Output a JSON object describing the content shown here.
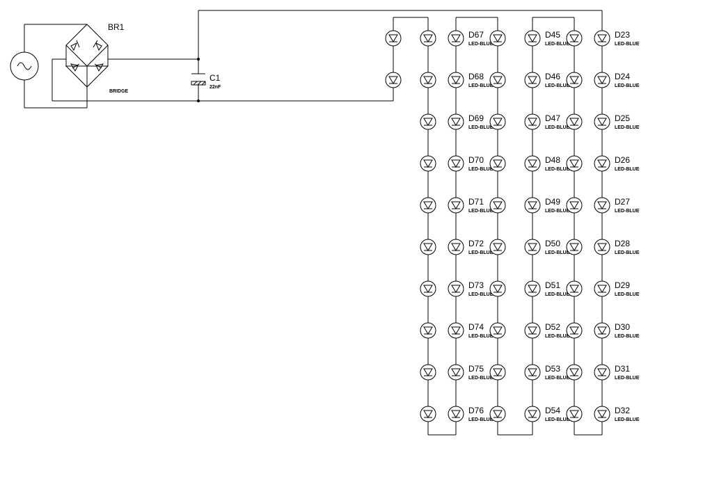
{
  "bridge": {
    "ref": "BR1",
    "value": "BRIDGE"
  },
  "capacitor": {
    "ref": "C1",
    "value": "22nF"
  },
  "led_value": "LED-BLUE",
  "led_columns": [
    {
      "refs": []
    },
    {
      "refs": []
    },
    {
      "refs": [
        "D67",
        "D68",
        "D69",
        "D70",
        "D71",
        "D72",
        "D73",
        "D74",
        "D75",
        "D76"
      ]
    },
    {
      "refs": []
    },
    {
      "refs": [
        "D45",
        "D46",
        "D47",
        "D48",
        "D49",
        "D50",
        "D51",
        "D52",
        "D53",
        "D54"
      ]
    },
    {
      "refs": []
    },
    {
      "refs": [
        "D23",
        "D24",
        "D25",
        "D26",
        "D27",
        "D28",
        "D29",
        "D30",
        "D31",
        "D32"
      ]
    }
  ],
  "colors": {
    "line": "#000000",
    "background": "#ffffff"
  }
}
